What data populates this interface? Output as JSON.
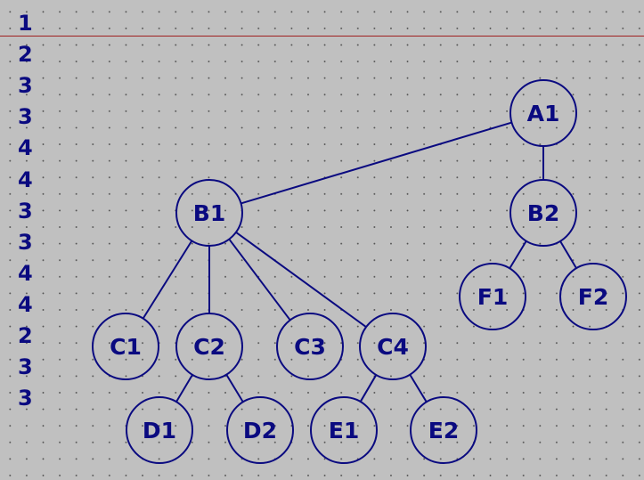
{
  "row_numbers": [
    "1",
    "2",
    "3",
    "3",
    "4",
    "4",
    "3",
    "3",
    "4",
    "4",
    "2",
    "3",
    "3"
  ],
  "colors": {
    "background": "#c0c0c0",
    "ink": "#0a0a80",
    "separator": "#a02020"
  },
  "tree": {
    "nodes": [
      "A1",
      "B1",
      "B2",
      "C1",
      "C2",
      "C3",
      "C4",
      "D1",
      "D2",
      "E1",
      "E2",
      "F1",
      "F2"
    ],
    "edges": [
      [
        "A1",
        "B1"
      ],
      [
        "A1",
        "B2"
      ],
      [
        "B1",
        "C1"
      ],
      [
        "B1",
        "C2"
      ],
      [
        "B1",
        "C3"
      ],
      [
        "B1",
        "C4"
      ],
      [
        "B2",
        "F1"
      ],
      [
        "B2",
        "F2"
      ],
      [
        "C2",
        "D1"
      ],
      [
        "C2",
        "D2"
      ],
      [
        "C4",
        "E1"
      ],
      [
        "C4",
        "E2"
      ]
    ]
  }
}
